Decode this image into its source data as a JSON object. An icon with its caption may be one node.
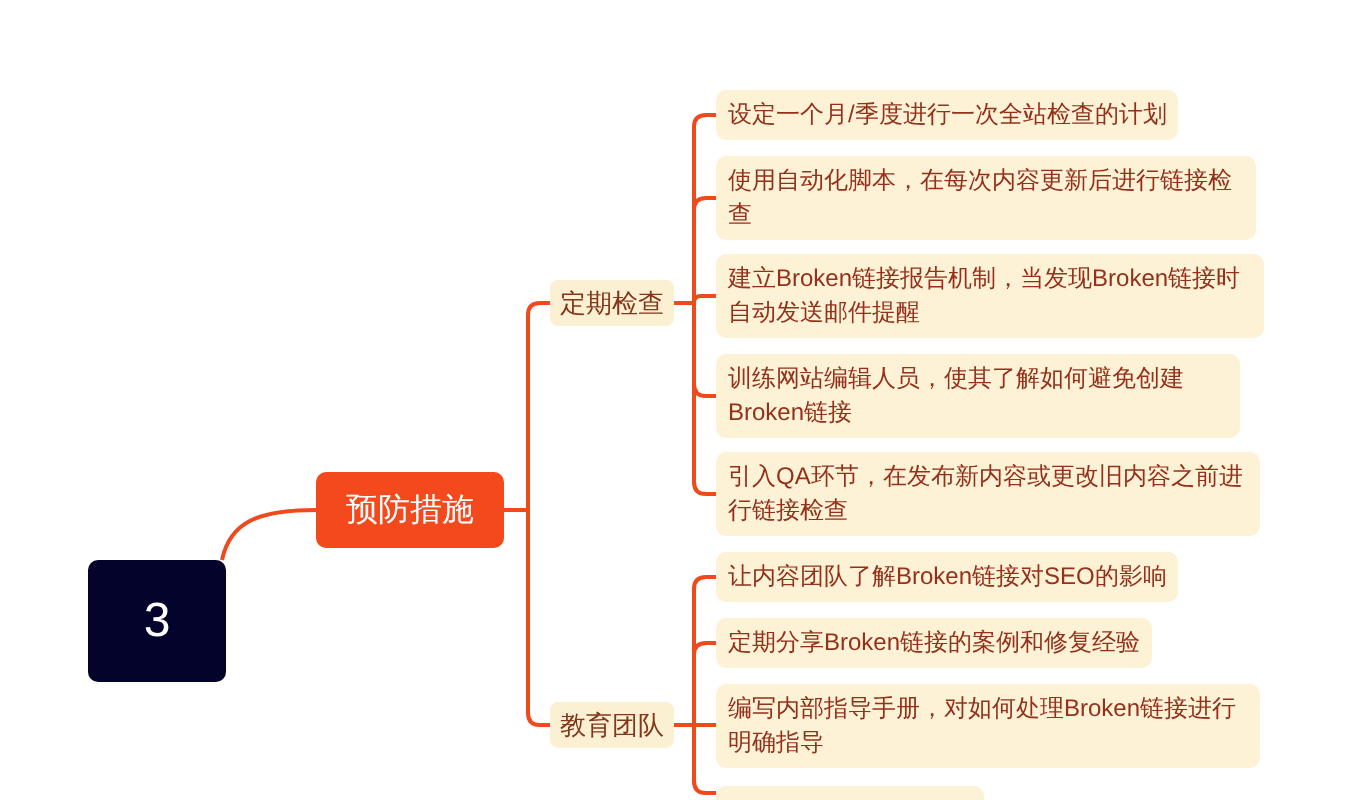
{
  "diagram": {
    "nodes": [
      {
        "text": [
          "3"
        ]
      },
      {
        "text": [
          "预防措施"
        ]
      },
      {
        "text": [
          "定期检查"
        ]
      },
      {
        "text": [
          "设定一个月/季度进行一次全站检查的计划"
        ]
      },
      {
        "text": [
          "使用自动化脚本，在每次内容更新后进行链接检查"
        ]
      },
      {
        "text": [
          "建立Broken链接报告机制，当发现Broken链接时自动发送邮件提醒"
        ]
      },
      {
        "text": [
          "训练网站编辑人员，使其了解如何避免创建Broken链接"
        ]
      },
      {
        "text": [
          "引入QA环节，在发布新内容或更改旧内容之前进行链接检查"
        ]
      },
      {
        "text": [
          "教育团队"
        ]
      },
      {
        "text": [
          "让内容团队了解Broken链接对SEO的影响"
        ]
      },
      {
        "text": [
          "定期分享Broken链接的案例和修复经验"
        ]
      },
      {
        "text": [
          "编写内部指导手册，对如何处理Broken链接进行明确指导"
        ]
      },
      {
        "text": [],
        "shape": "box"
      }
    ],
    "edges": [
      {
        "from": 0,
        "to": 1,
        "arrow": "none"
      },
      {
        "from": 1,
        "to": 2,
        "arrow": "none"
      },
      {
        "from": 1,
        "to": 8,
        "arrow": "none"
      },
      {
        "from": 2,
        "to": 3,
        "arrow": "none"
      },
      {
        "from": 2,
        "to": 4,
        "arrow": "none"
      },
      {
        "from": 2,
        "to": 5,
        "arrow": "none"
      },
      {
        "from": 2,
        "to": 6,
        "arrow": "none"
      },
      {
        "from": 2,
        "to": 7,
        "arrow": "none"
      },
      {
        "from": 8,
        "to": 9,
        "arrow": "none"
      },
      {
        "from": 8,
        "to": 10,
        "arrow": "none"
      },
      {
        "from": 8,
        "to": 11,
        "arrow": "none"
      },
      {
        "from": 8,
        "to": 12,
        "arrow": "none"
      }
    ]
  }
}
